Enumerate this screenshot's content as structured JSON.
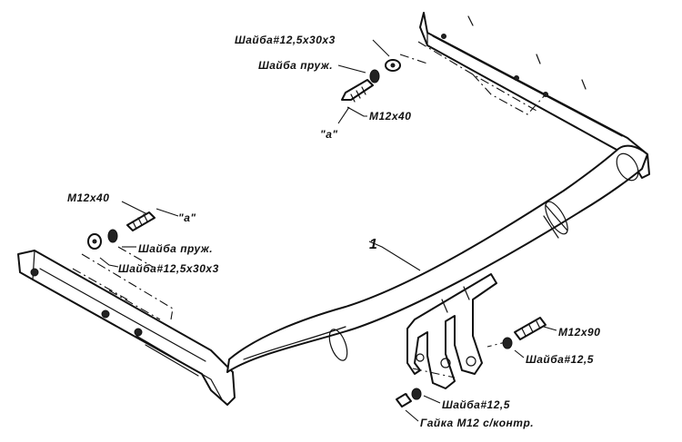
{
  "labels": {
    "washer_top": "Шайба#12,5x30x3",
    "spring_washer_top": "Шайба пруж.",
    "bolt_top": "M12x40",
    "mark_a_top": "\"a\"",
    "bolt_left": "M12x40",
    "mark_a_left": "\"a\"",
    "spring_washer_left": "Шайба пруж.",
    "washer_left": "Шайба#12,5x30x3",
    "part_number": "1",
    "bolt_right": "M12x90",
    "washer_right": "Шайба#12,5",
    "washer_bottom": "Шайба#12,5",
    "nut_bottom": "Гайка М12 с/контр."
  },
  "colors": {
    "line": "#111111",
    "background": "#ffffff"
  }
}
